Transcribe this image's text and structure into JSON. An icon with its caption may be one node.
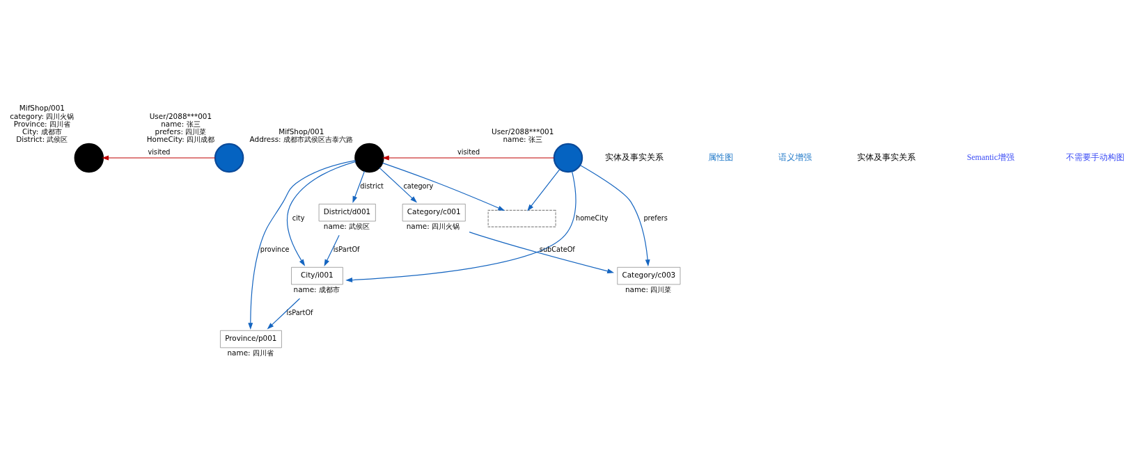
{
  "diagram": {
    "nodes": [
      {
        "text": [
          "MifShop/001"
        ],
        "beside": [
          "category: 四川火锅",
          "Province: 四川省",
          "City: 成都市",
          "District: 武侯区"
        ]
      },
      {
        "text": [
          "User/2088***001"
        ],
        "beside": [
          "name: 张三",
          "prefers: 四川菜",
          "HomeCity: 四川成都"
        ]
      },
      {
        "text": [
          "MifShop/001"
        ],
        "beside": [
          "Address: 成都市武侯区吉泰六路"
        ]
      },
      {
        "text": [
          "User/2088***001"
        ],
        "beside": [
          "name: 张三"
        ]
      },
      {
        "text": [],
        "shape": "box"
      },
      {
        "text": [
          "Category/c001"
        ],
        "beside": [
          "name: 四川火锅"
        ]
      },
      {
        "text": [
          "Category/c003"
        ],
        "beside": [
          "name: 四川菜"
        ]
      },
      {
        "text": [
          "Province/p001"
        ],
        "beside": [
          "name: 四川省"
        ]
      },
      {
        "text": [
          "City/i001"
        ],
        "beside": [
          "name: 成都市"
        ]
      },
      {
        "text": [
          "District/d001"
        ],
        "beside": [
          "name: 武侯区"
        ]
      }
    ],
    "edges": [
      {
        "from": 1,
        "to": 0,
        "arrow": "to",
        "label": "visited",
        "color": "#c00000"
      },
      {
        "from": 3,
        "to": 2,
        "arrow": "to",
        "label": "visited",
        "color": "#c00000"
      },
      {
        "from": 2,
        "to": 4,
        "arrow": "to"
      },
      {
        "from": 2,
        "to": 5,
        "arrow": "to",
        "label": "category"
      },
      {
        "from": 3,
        "to": 4,
        "arrow": "to"
      },
      {
        "from": 3,
        "to": 6,
        "arrow": "to",
        "label": "prefers"
      },
      {
        "from": 2,
        "to": 7,
        "arrow": "to",
        "label": "province"
      },
      {
        "from": 2,
        "to": 8,
        "arrow": "to",
        "label": "city"
      },
      {
        "from": 2,
        "to": 9,
        "arrow": "to",
        "label": "district"
      },
      {
        "from": 5,
        "to": 6,
        "arrow": "to",
        "label": "subCateOf"
      },
      {
        "from": 8,
        "to": 7,
        "arrow": "to",
        "label": "isPartOf"
      },
      {
        "from": 9,
        "to": 8,
        "arrow": "to",
        "label": "isPartOf"
      },
      {
        "from": 3,
        "to": 8,
        "arrow": "to",
        "label": "homeCity"
      }
    ],
    "labels": [
      "实体及事实关系",
      "属性图",
      "语义增强",
      "实体及事实关系",
      "Semantic增强",
      "不需要手动构图"
    ]
  }
}
